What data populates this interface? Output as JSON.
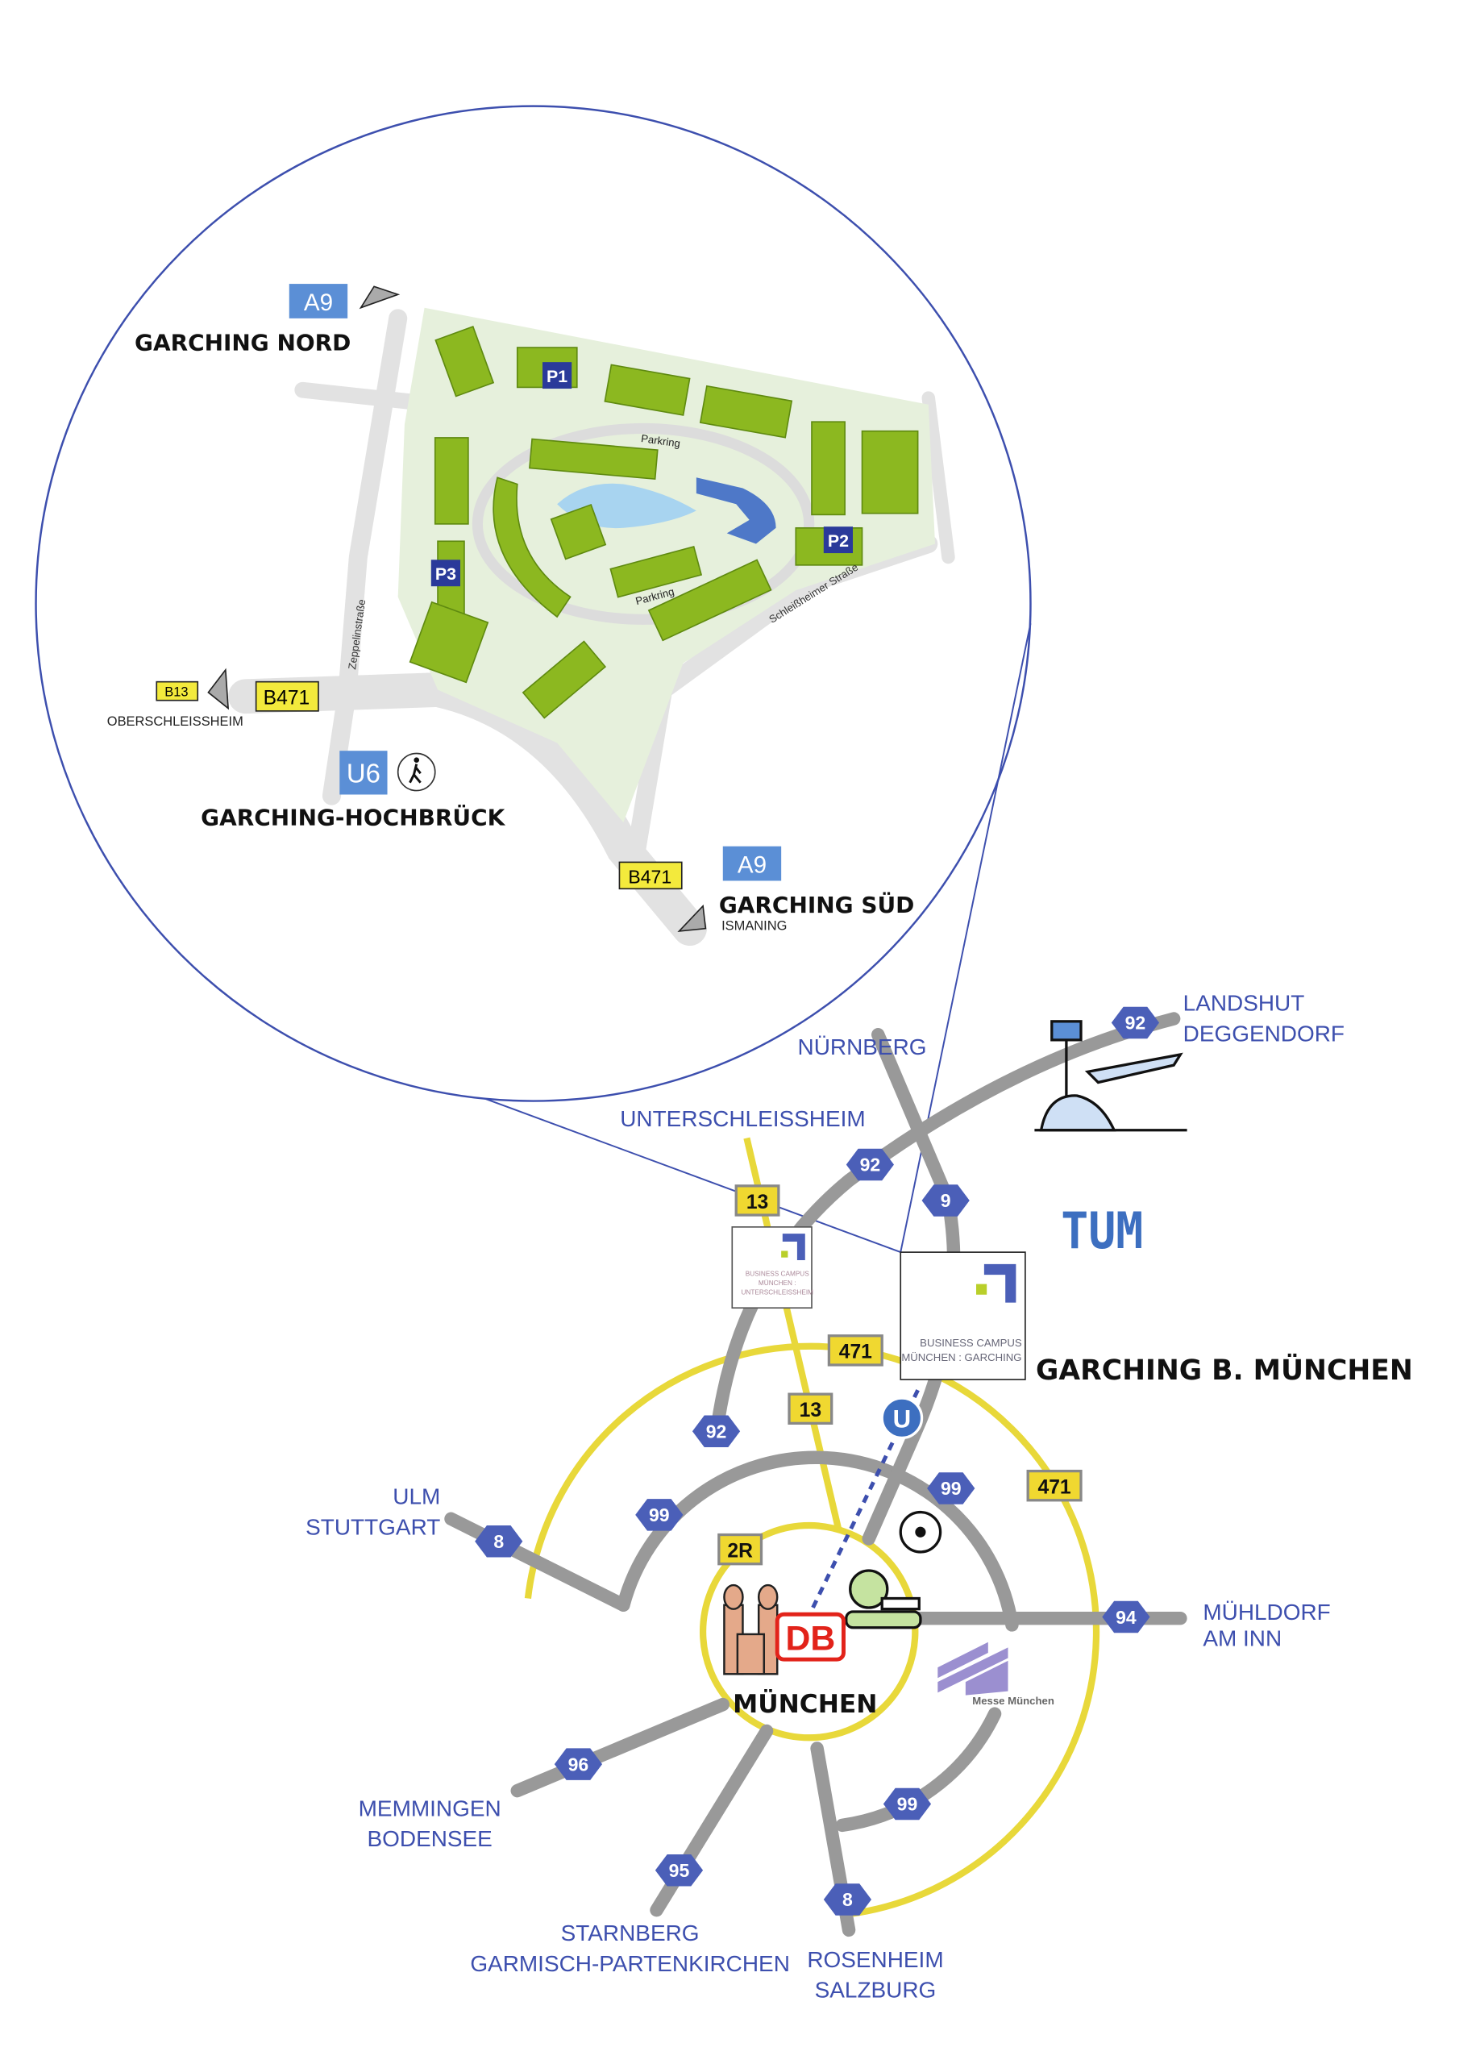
{
  "colors": {
    "blue": "#3d4fae",
    "yellow": "#e8d83a",
    "gray": "#999999",
    "green": "#8cb820",
    "campus": "#e6f0dc"
  },
  "inset": {
    "exits": {
      "a9_north": "A9",
      "garching_nord": "GARCHING NORD",
      "a9_south": "A9",
      "garching_sued": "GARCHING SÜD",
      "ismaning": "ISMANING",
      "b471_south": "B471",
      "b13": "B13",
      "oberschleissheim": "OBERSCHLEISSHEIM",
      "b471_west": "B471"
    },
    "parking": [
      "P1",
      "P2",
      "P3"
    ],
    "streets": {
      "parkring_north": "Parkring",
      "parkring_south": "Parkring",
      "schleissheimer": "Schleißheimer Straße",
      "zeppelin": "Zeppelinstraße"
    },
    "ubahn": {
      "line": "U6",
      "station": "GARCHING-HOCHBRÜCK"
    }
  },
  "cities": {
    "landshut": [
      "LANDSHUT",
      "DEGGENDORF"
    ],
    "nuernberg": "NÜRNBERG",
    "unterschleissheim": "UNTERSCHLEISSHEIM",
    "ulm": [
      "ULM",
      "STUTTGART"
    ],
    "muehldorf": [
      "MÜHLDORF",
      "AM INN"
    ],
    "memmingen": [
      "MEMMINGEN",
      "BODENSEE"
    ],
    "starnberg": [
      "STARNBERG",
      "GARMISCH-PARTENKIRCHEN"
    ],
    "rosenheim": [
      "ROSENHEIM",
      "SALZBURG"
    ],
    "garching": "GARCHING B. MÜNCHEN",
    "muenchen": "MÜNCHEN"
  },
  "campus_unterschleissheim": [
    "BUSINESS CAMPUS",
    "MÜNCHEN :",
    "UNTERSCHLEISSHEIM"
  ],
  "campus_garching": [
    "BUSINESS CAMPUS",
    "MÜNCHEN : GARCHING"
  ],
  "messe": "Messe München",
  "db": "DB",
  "ubahn_symbol": "U",
  "tum": "TUM",
  "motorways": [
    {
      "label": "92",
      "id": "a92-airport"
    },
    {
      "label": "92",
      "id": "a92-north"
    },
    {
      "label": "92",
      "id": "a92-south"
    },
    {
      "label": "9",
      "id": "a9"
    },
    {
      "label": "8",
      "id": "a8-west"
    },
    {
      "label": "8",
      "id": "a8-east"
    },
    {
      "label": "99",
      "id": "a99-west"
    },
    {
      "label": "99",
      "id": "a99-north"
    },
    {
      "label": "99",
      "id": "a99-south"
    },
    {
      "label": "94",
      "id": "a94"
    },
    {
      "label": "96",
      "id": "a96"
    },
    {
      "label": "95",
      "id": "a95"
    }
  ],
  "federal_roads": [
    {
      "label": "13",
      "id": "b13-north"
    },
    {
      "label": "471",
      "id": "b471-north"
    },
    {
      "label": "13",
      "id": "b13-south"
    },
    {
      "label": "471",
      "id": "b471-east"
    },
    {
      "label": "2R",
      "id": "b2r"
    }
  ]
}
